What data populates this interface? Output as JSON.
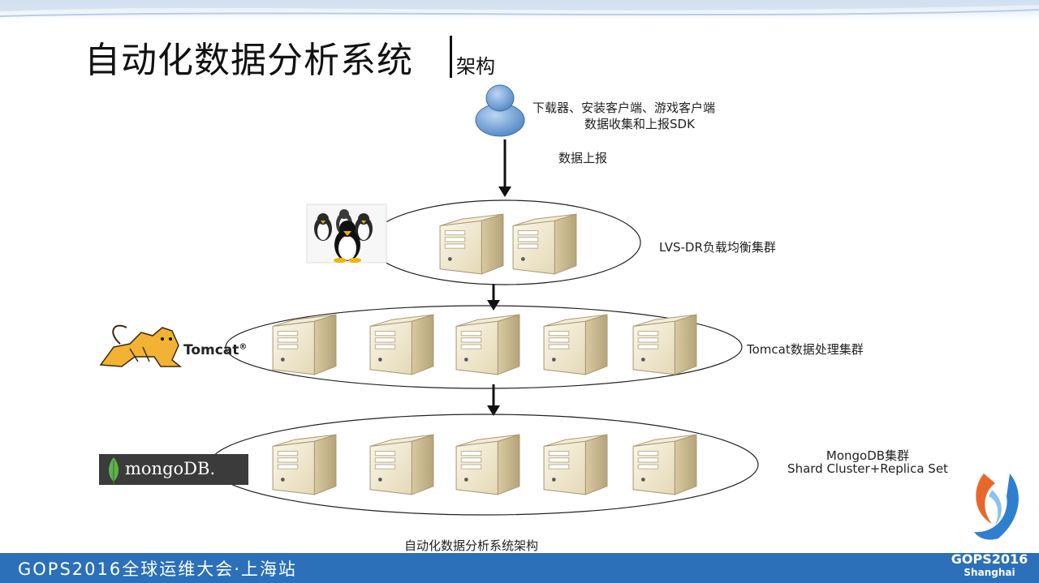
{
  "slide": {
    "title": "自动化数据分析系统",
    "subtitle": "架构"
  },
  "client": {
    "line1": "下载器、安装客户端、游戏客户端",
    "line2": "数据收集和上报SDK"
  },
  "arrow_label": "数据上报",
  "layers": {
    "lvs": {
      "label": "LVS-DR负载均衡集群",
      "servers": 2,
      "logo": "linux-penguins"
    },
    "tomcat": {
      "label": "Tomcat数据处理集群",
      "servers": 5,
      "logo_text": "Tomcat",
      "logo_mark": "®"
    },
    "mongo": {
      "label_line1": "MongoDB集群",
      "label_line2": "Shard Cluster+Replica Set",
      "servers": 5,
      "logo_text": "mongoDB",
      "logo_mark": "."
    }
  },
  "caption": "自动化数据分析系统架构",
  "footer": {
    "text": "GOPS2016全球运维大会·上海站",
    "brand": "GOPS2016",
    "brand_sub": "Shanghai"
  },
  "colors": {
    "footer_bg": "#2b70b8",
    "server_face": "#efe6cf",
    "server_side": "#c9b98f",
    "user_blue": "#7aa6d6"
  },
  "icons": [
    "user-icon",
    "server-icon",
    "linux-penguin-logo",
    "tomcat-logo",
    "mongodb-logo",
    "gops-logo"
  ]
}
